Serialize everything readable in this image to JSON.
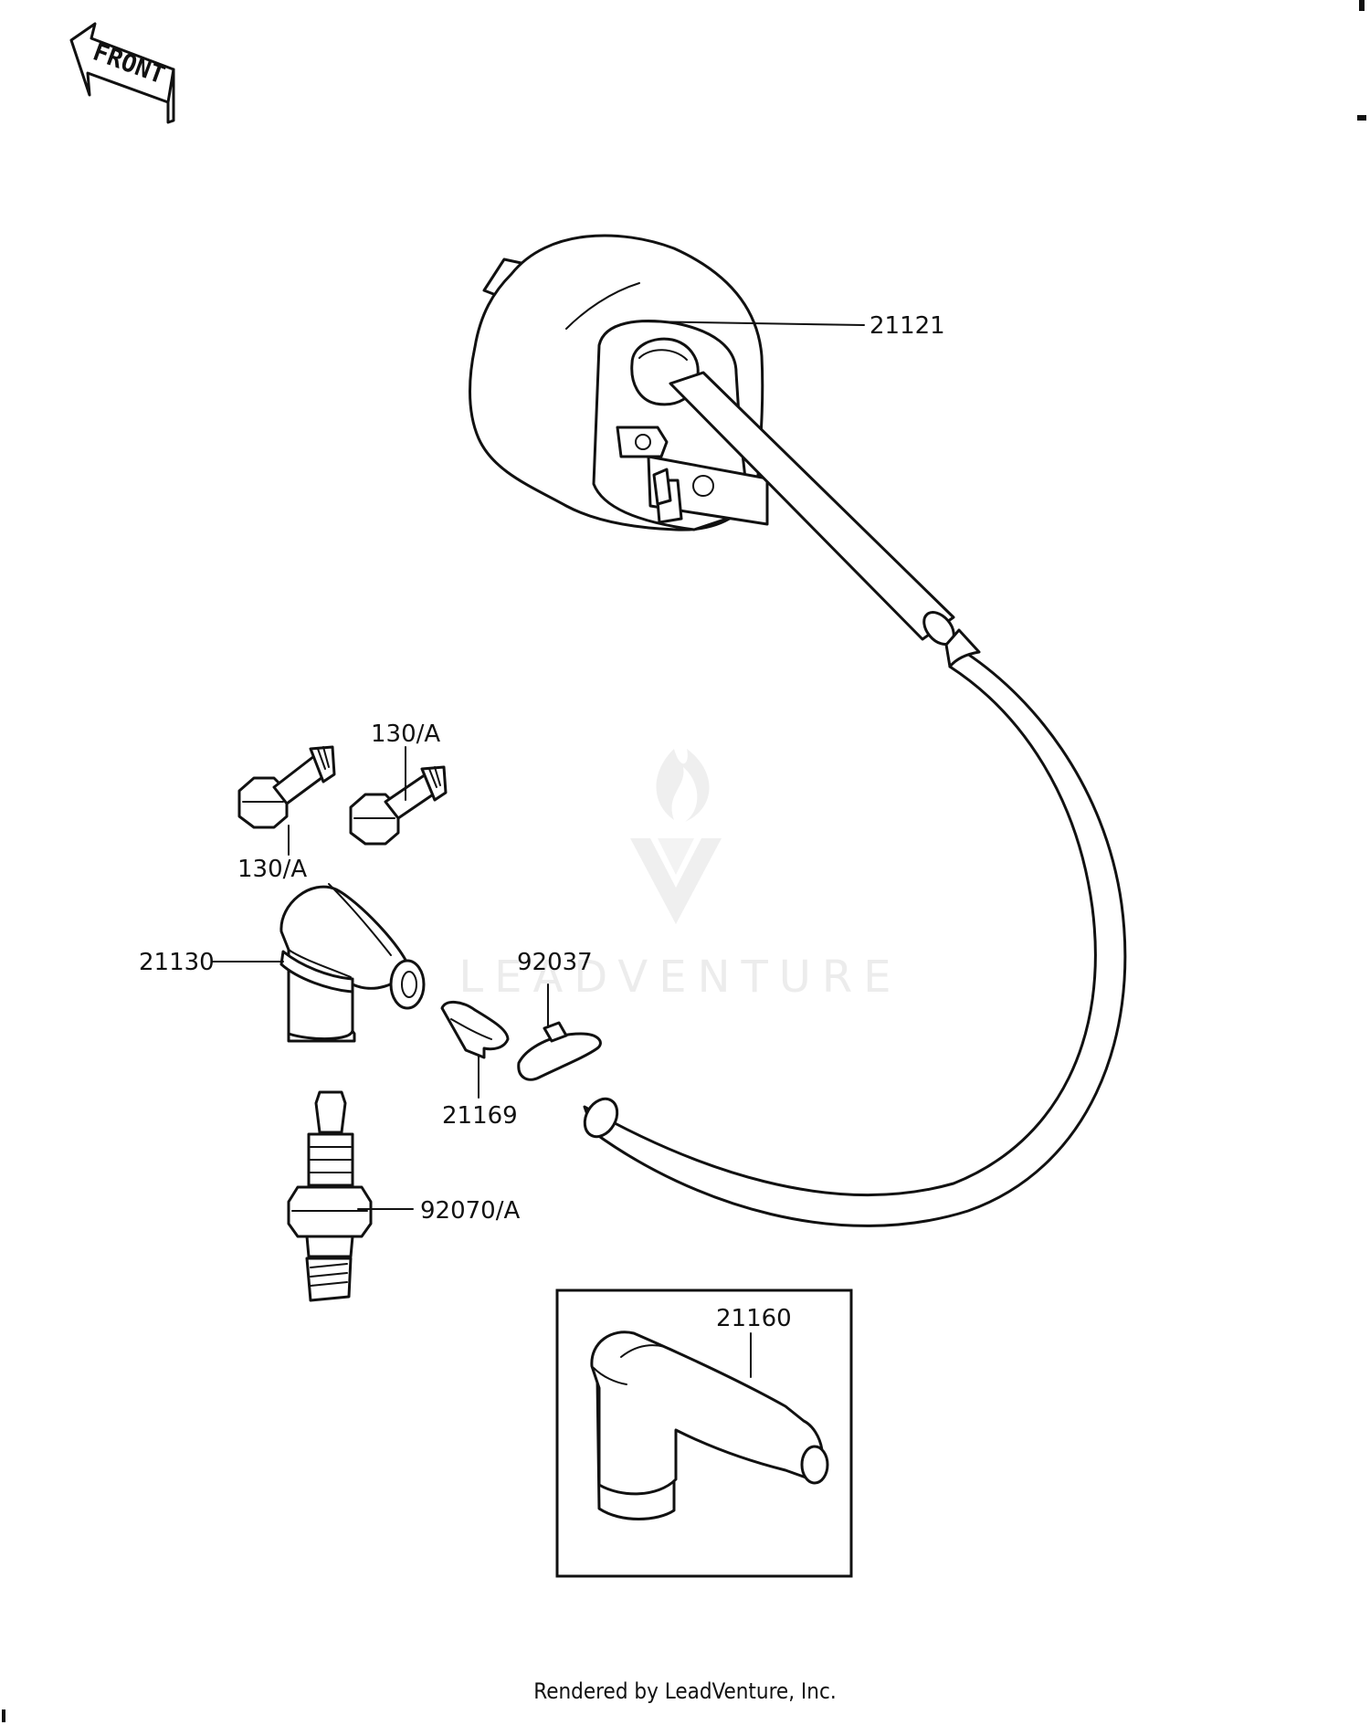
{
  "front_arrow": {
    "label": "FRONT"
  },
  "watermark": {
    "text": "LEADVENTURE"
  },
  "parts": [
    {
      "id": "21121"
    },
    {
      "id": "130/A"
    },
    {
      "id": "130/A"
    },
    {
      "id": "21130"
    },
    {
      "id": "92037"
    },
    {
      "id": "21169"
    },
    {
      "id": "92070/A"
    },
    {
      "id": "21160"
    }
  ],
  "footer": {
    "text": "Rendered by LeadVenture, Inc."
  }
}
